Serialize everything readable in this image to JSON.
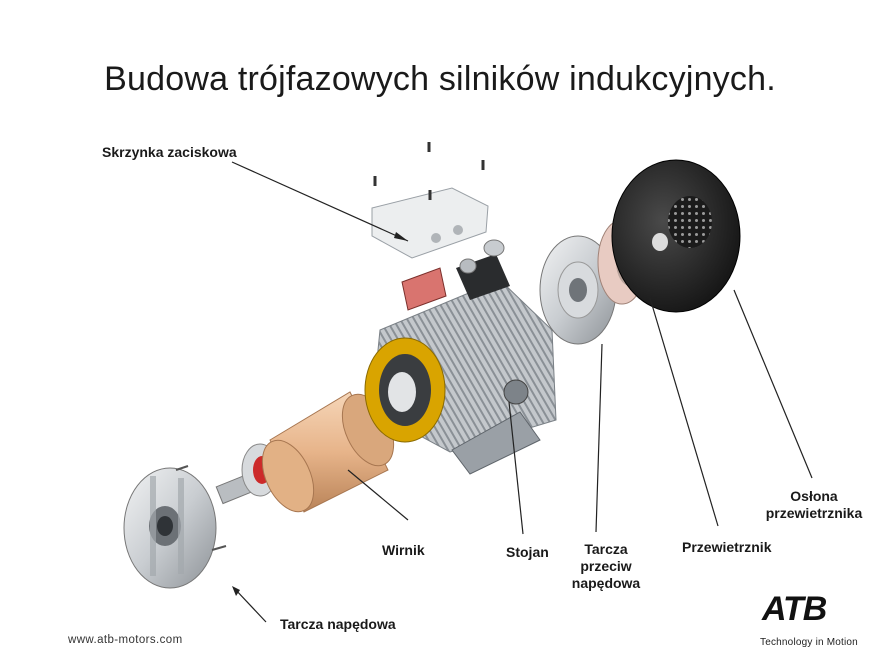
{
  "title": "Budowa trójfazowych silników indukcyjnych.",
  "labels": {
    "terminal_box": "Skrzynka zaciskowa",
    "rotor": "Wirnik",
    "stator": "Stojan",
    "nondrive_shield_line1": "Tarcza",
    "nondrive_shield_line2": "przeciw",
    "nondrive_shield_line3": "napędowa",
    "fan": "Przewietrznik",
    "fan_cover_line1": "Osłona",
    "fan_cover_line2": "przewietrznika",
    "drive_shield": "Tarcza napędowa"
  },
  "footer": {
    "url": "www.atb-motors.com",
    "logo": "ATB",
    "tagline": "Technology in Motion"
  },
  "colors": {
    "accent_yellow": "#d9a400",
    "rotor_copper": "#e7b48a",
    "metal": "#c8ccd0",
    "dark_cover": "#222222"
  }
}
